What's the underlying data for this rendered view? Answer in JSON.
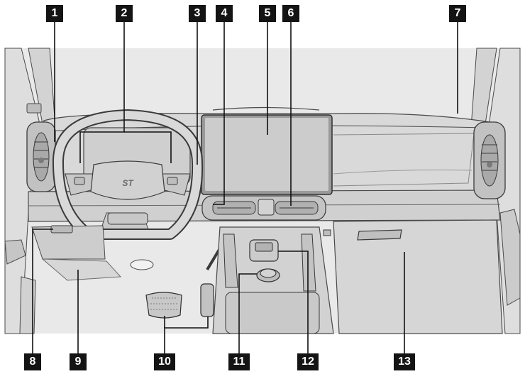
{
  "diagram": {
    "callouts": [
      {
        "id": "c1",
        "label": "1"
      },
      {
        "id": "c2",
        "label": "2"
      },
      {
        "id": "c3",
        "label": "3"
      },
      {
        "id": "c4",
        "label": "4"
      },
      {
        "id": "c5",
        "label": "5"
      },
      {
        "id": "c6",
        "label": "6"
      },
      {
        "id": "c7",
        "label": "7"
      },
      {
        "id": "c8",
        "label": "8"
      },
      {
        "id": "c9",
        "label": "9"
      },
      {
        "id": "c10",
        "label": "10"
      },
      {
        "id": "c11",
        "label": "11"
      },
      {
        "id": "c12",
        "label": "12"
      },
      {
        "id": "c13",
        "label": "13"
      }
    ],
    "steering_wheel_badge": "ST",
    "colors": {
      "background": "#e9e9e9",
      "panel": "#d6d6d6",
      "panel_dark": "#bdbdbd",
      "outline": "#4a4a4a",
      "screen": "#cfcfcf",
      "callout": "#141414",
      "leader_line": "#111111"
    }
  }
}
